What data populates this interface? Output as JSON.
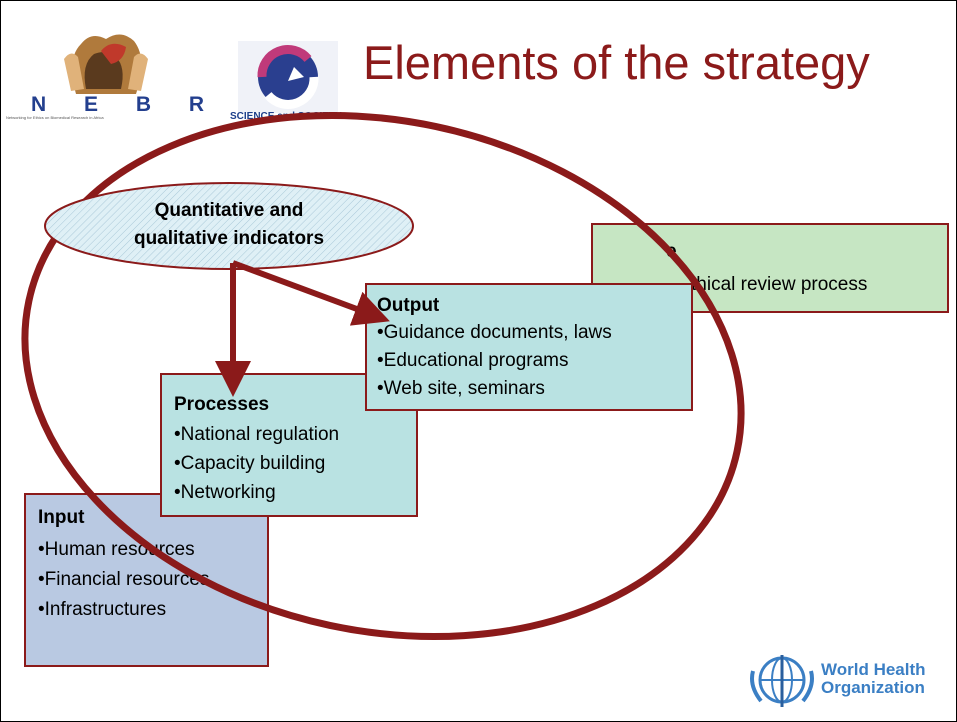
{
  "slide": {
    "title": "Elements of the strategy"
  },
  "logos": {
    "nebra_name": "N E B R A",
    "nebra_subtitle": "Networking for Ethics on Biomedical Research in Africa",
    "science_label": "SCIENCE and SOCIETY",
    "who_name": "World Health\nOrganization"
  },
  "indicators": {
    "label": "Quantitative and qualitative indicators"
  },
  "outcome": {
    "heading": "Outcome",
    "visible_heading_fragment": "e",
    "text": "thical review process"
  },
  "output": {
    "heading": "Output",
    "items": [
      "Guidance documents, laws",
      "Educational programs",
      "Web site, seminars"
    ]
  },
  "processes": {
    "heading": "Processes",
    "items": [
      "National regulation",
      "Capacity building",
      "Networking"
    ]
  },
  "input": {
    "heading": "Input",
    "items": [
      "Human resources",
      "Financial resources",
      "Infrastructures"
    ]
  },
  "colors": {
    "accent": "#8b1a1a",
    "outcome_bg": "#c6e6c3",
    "output_bg": "#b9e2e2",
    "input_bg": "#b9c9e2",
    "indicator_bg": "#d7eaf2"
  }
}
